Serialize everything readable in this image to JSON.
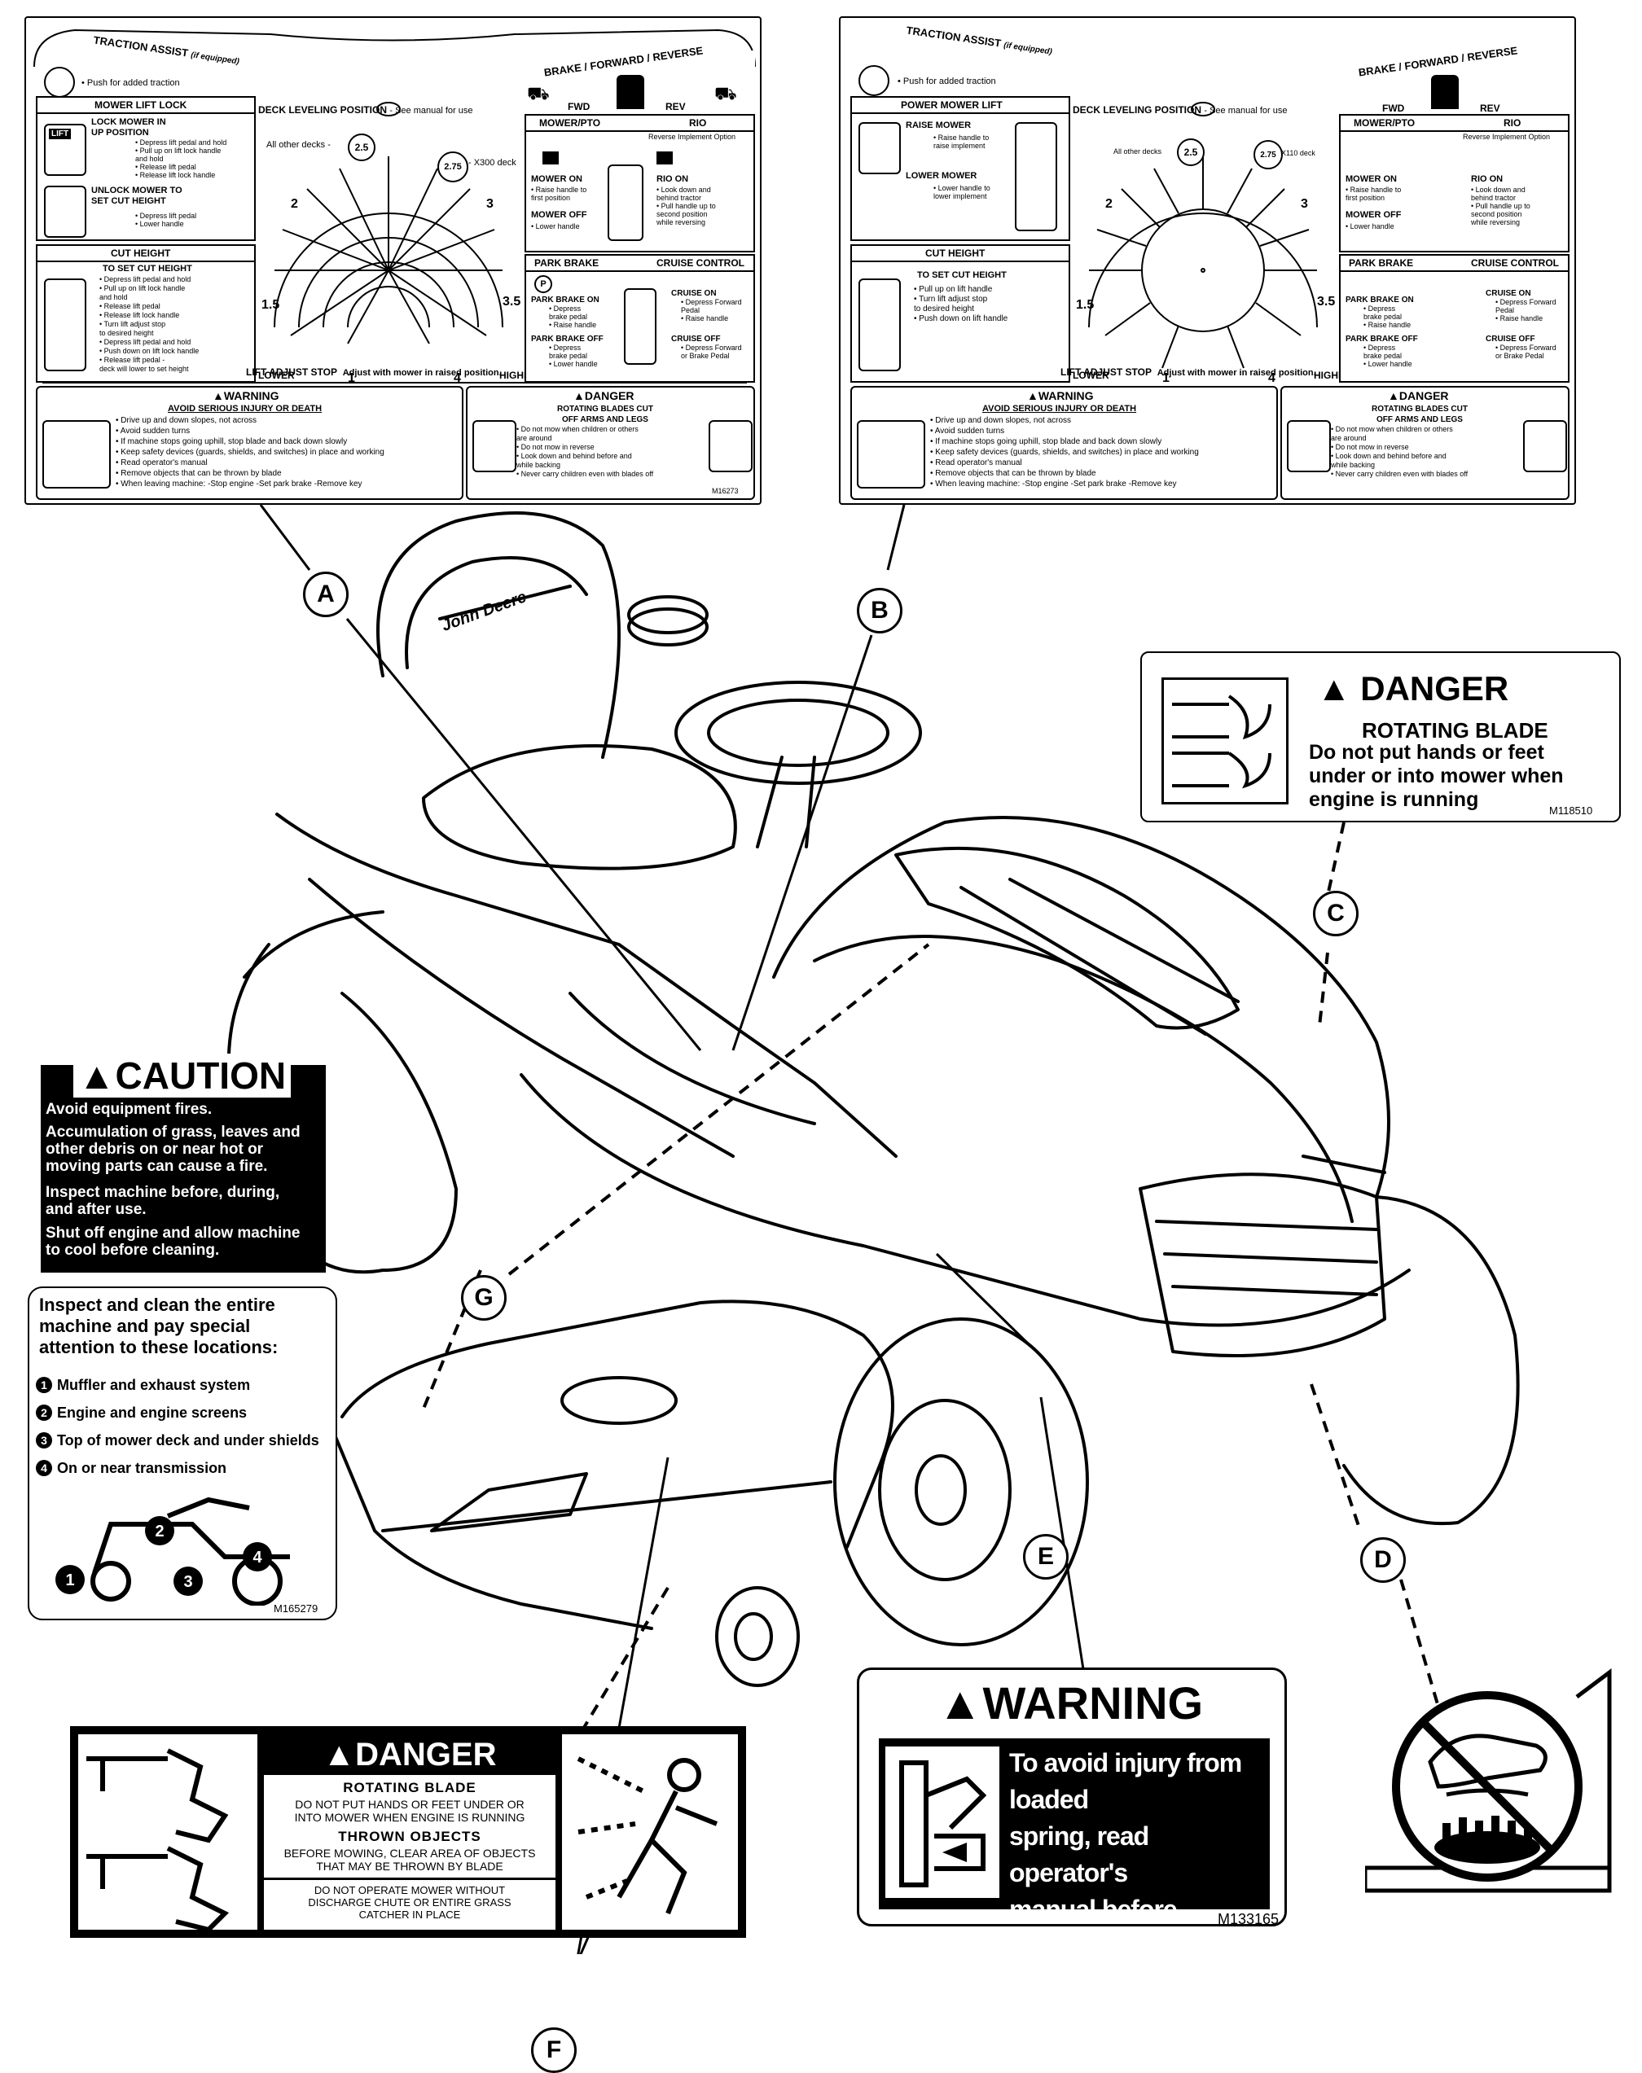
{
  "decal_a": {
    "traction_title": "TRACTION ASSIST",
    "traction_equipped": "(if equipped)",
    "traction_text": "• Push for added traction",
    "brake_title": "BRAKE / FORWARD / REVERSE",
    "fwd": "FWD",
    "rev": "REV",
    "lift_lock_title": "MOWER LIFT LOCK",
    "lock_up": "LOCK MOWER IN\nUP POSITION",
    "lock_up_steps": "• Depress lift pedal and hold\n• Pull up on lift lock handle\n  and hold\n• Release lift pedal\n• Release lift lock handle",
    "unlock_title": "UNLOCK MOWER TO\nSET CUT HEIGHT",
    "unlock_steps": "• Depress lift pedal\n• Lower handle",
    "lift_label": "LIFT",
    "cut_height_title": "CUT HEIGHT",
    "set_cut_title": "TO SET CUT HEIGHT",
    "set_cut_steps": "• Depress lift pedal and hold\n• Pull up on lift lock handle\n  and hold\n• Release lift pedal\n• Release lift lock handle\n• Turn lift adjust stop\n  to desired height\n• Depress lift pedal and hold\n• Push down on lift lock handle\n• Release lift pedal -\n  deck will lower to set height",
    "deck_level_title": "DECK LEVELING POSITION",
    "deck_level_note": "- See manual for use",
    "all_other_decks": "All other decks -",
    "val_25": "2.5",
    "val_275": "2.75",
    "x300_deck": "- X300 deck",
    "n2": "2",
    "n3": "3",
    "n15": "1.5",
    "n35": "3.5",
    "n1": "1",
    "n4": "4",
    "lower": "LOWER",
    "higher": "HIGHER",
    "lift_adjust": "LIFT ADJUST STOP",
    "lift_adjust_note": "Adjust with mower in raised position.",
    "mower_pto_title": "MOWER/PTO",
    "rio_title": "RIO",
    "reverse_option": "Reverse Implement Option",
    "mower_on": "MOWER ON",
    "mower_on_steps": "• Raise handle to\n  first position",
    "mower_off": "MOWER OFF",
    "mower_off_steps": "• Lower handle",
    "rio_on": "RIO ON",
    "rio_on_steps": "• Look down and\n  behind tractor\n• Pull handle up to\n  second position\n  while reversing",
    "park_title": "PARK BRAKE",
    "cruise_title": "CRUISE CONTROL",
    "park_on": "PARK BRAKE ON",
    "park_on_steps": "• Depress\n  brake pedal\n• Raise handle",
    "park_off": "PARK BRAKE OFF",
    "park_off_steps": "• Depress\n  brake pedal\n• Lower handle",
    "cruise_on": "CRUISE ON",
    "cruise_on_steps": "• Depress Forward\n  Pedal\n• Raise handle",
    "cruise_off": "CRUISE OFF",
    "cruise_off_steps": "• Depress Forward\n  or Brake Pedal",
    "warning_title": "WARNING",
    "warning_sub": "AVOID SERIOUS INJURY OR DEATH",
    "warning_steps": "• Drive up and down slopes, not across\n• Avoid sudden turns\n• If machine stops going uphill, stop blade and back down slowly\n• Keep safety devices (guards, shields, and switches) in place and working\n• Read operator's manual\n• Remove objects that can be thrown by blade\n• When leaving machine: -Stop engine -Set park brake -Remove key",
    "danger_title": "DANGER",
    "danger_sub": "ROTATING BLADES CUT\nOFF ARMS AND LEGS",
    "danger_steps": "• Do not mow when children or others\n  are around\n• Do not mow in reverse\n• Look down and behind before and\n  while backing\n• Never carry children even with blades off",
    "part_no": "M16273"
  },
  "decal_b": {
    "power_lift_title": "POWER MOWER LIFT",
    "raise_mower": "RAISE MOWER",
    "raise_steps": "• Raise handle to\n  raise implement",
    "lower_mower": "LOWER MOWER",
    "lower_steps": "• Lower handle to\n  lower implement",
    "cut_height_title": "CUT HEIGHT",
    "set_cut_title": "TO SET CUT HEIGHT",
    "set_cut_steps": "• Pull up on lift handle\n• Turn lift adjust stop\n  to desired height\n• Push down on lift handle",
    "all_other_decks": "All other decks",
    "x110_deck": "X110 deck"
  },
  "decal_c": {
    "title": "DANGER",
    "line1": "ROTATING BLADE",
    "line2": "Do not put hands or feet\nunder or into mower when\nengine is running",
    "part_no": "M118510"
  },
  "caution": {
    "title": "CAUTION",
    "p1": "Avoid equipment fires.",
    "p2": "Accumulation of grass, leaves and\nother debris on or near hot or\nmoving parts can cause a fire.",
    "p3": "Inspect machine before, during,\nand after use.",
    "p4": "Shut off engine and allow machine\nto cool before cleaning.",
    "inspect": "Inspect and clean the entire\nmachine and pay special\nattention to these locations:",
    "items": [
      {
        "num": "1",
        "text": "Muffler and exhaust system"
      },
      {
        "num": "2",
        "text": "Engine and engine screens"
      },
      {
        "num": "3",
        "text": "Top of mower deck and under shields"
      },
      {
        "num": "4",
        "text": "On or near transmission"
      }
    ],
    "part_no": "M165279"
  },
  "decal_f": {
    "title": "DANGER",
    "h1": "ROTATING BLADE",
    "t1": "DO NOT PUT HANDS OR FEET UNDER OR\nINTO MOWER WHEN ENGINE IS RUNNING",
    "h2": "THROWN OBJECTS",
    "t2": "BEFORE MOWING, CLEAR AREA OF OBJECTS\nTHAT MAY BE THROWN BY BLADE",
    "t3": "DO NOT OPERATE MOWER WITHOUT\nDISCHARGE CHUTE OR ENTIRE GRASS\nCATCHER IN PLACE"
  },
  "decal_e": {
    "title": "WARNING",
    "text": "To avoid injury from loaded\nspring, read operator's\nmanual before changing\nattachments.",
    "part_no": "M133165"
  },
  "seat_brand": "John Deere",
  "callouts": [
    "A",
    "B",
    "C",
    "D",
    "E",
    "F",
    "G"
  ]
}
